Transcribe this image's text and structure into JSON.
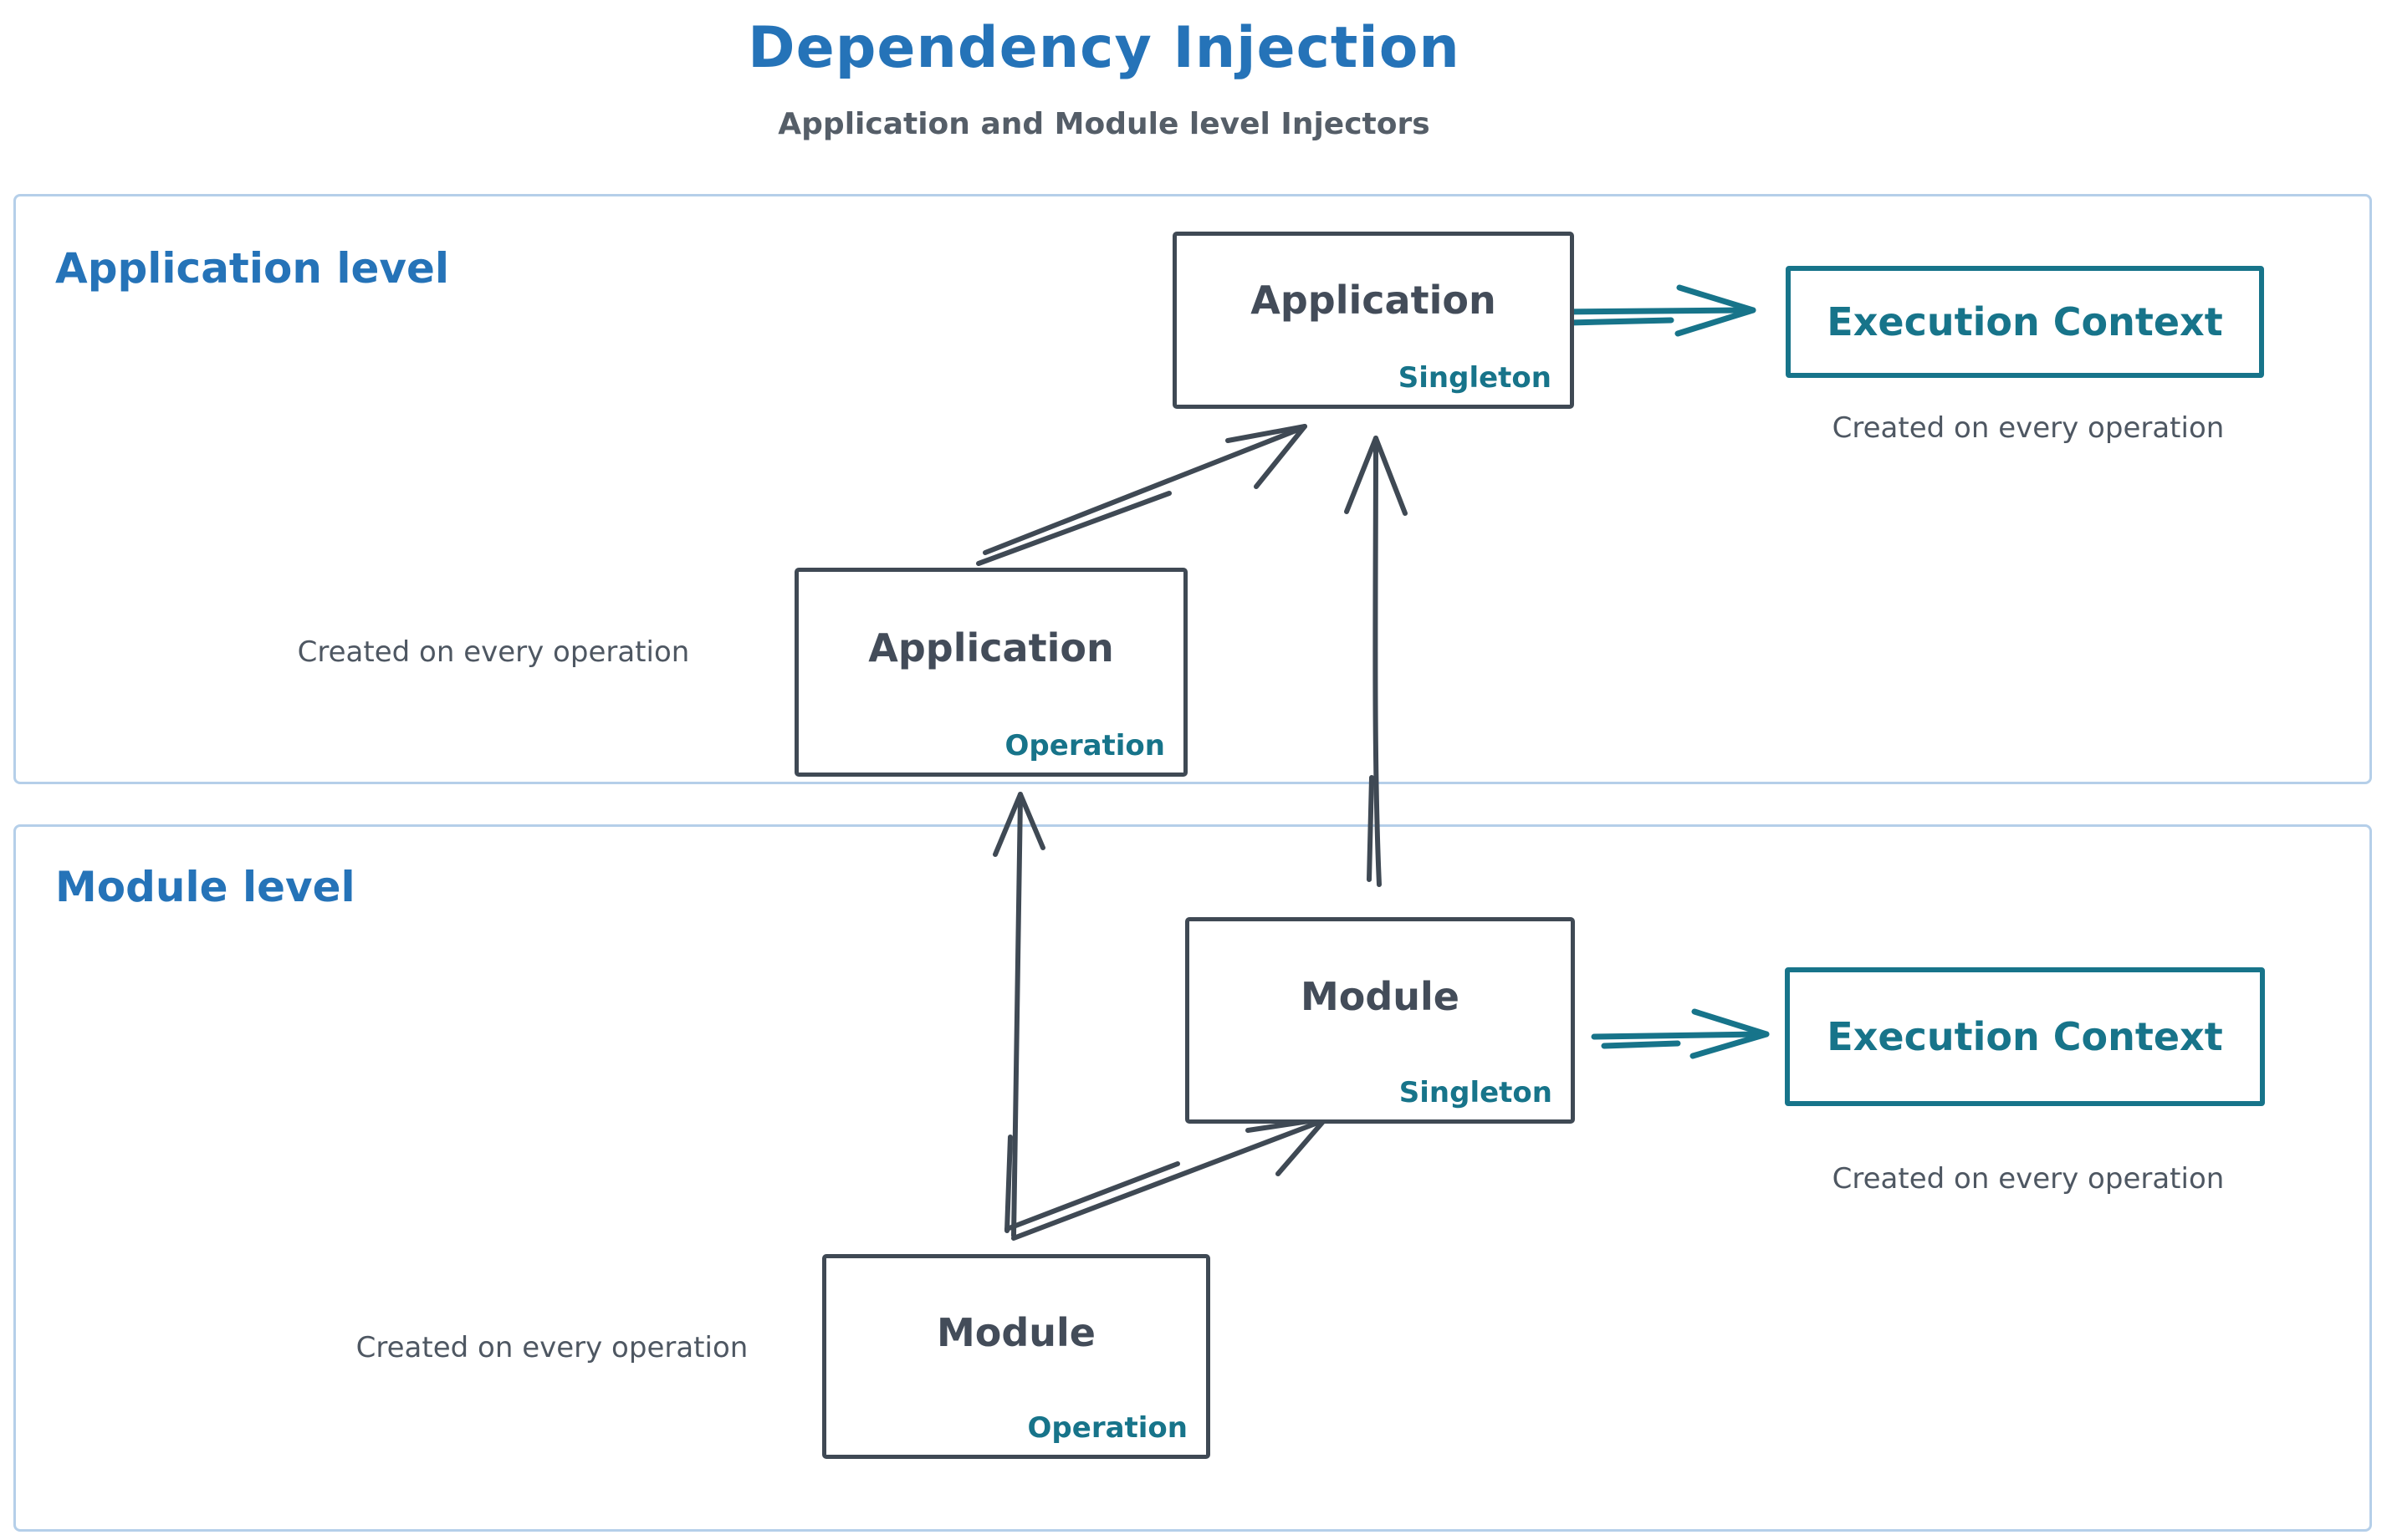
{
  "header": {
    "title": "Dependency Injection",
    "subtitle": "Application and Module level Injectors"
  },
  "sections": {
    "application": {
      "label": "Application level"
    },
    "module": {
      "label": "Module level"
    }
  },
  "boxes": {
    "app_singleton": {
      "title": "Application",
      "tag": "Singleton"
    },
    "app_operation": {
      "title": "Application",
      "tag": "Operation"
    },
    "module_singleton": {
      "title": "Module",
      "tag": "Singleton"
    },
    "module_operation": {
      "title": "Module",
      "tag": "Operation"
    }
  },
  "exec_context": {
    "app": {
      "label": "Execution Context"
    },
    "module": {
      "label": "Execution Context"
    }
  },
  "notes": {
    "app_left": "Created on every operation",
    "app_right": "Created on every operation",
    "module_left": "Created on every operation",
    "module_right": "Created on every operation"
  },
  "colors": {
    "title_blue": "#2573b8",
    "teal": "#17748a",
    "slate": "#3f4954",
    "note_gray": "#4e5762",
    "section_border": "#b5cfe9"
  }
}
